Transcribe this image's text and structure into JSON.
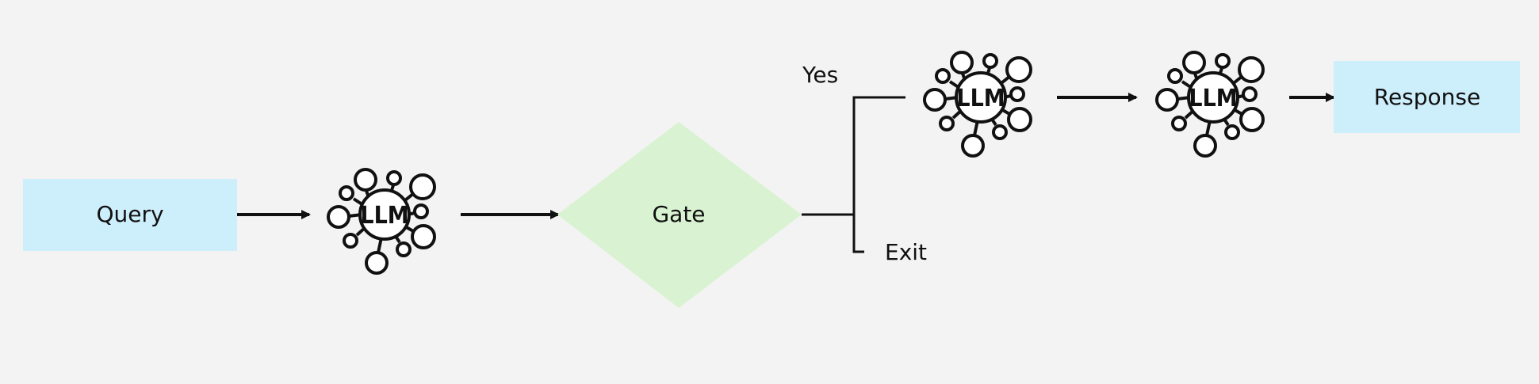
{
  "diagram": {
    "query_label": "Query",
    "gate_label": "Gate",
    "response_label": "Response",
    "yes_label": "Yes",
    "exit_label": "Exit",
    "llm_label": "LLM"
  },
  "colors": {
    "background": "#f3f3f3",
    "box_fill": "#cdeefb",
    "gate_fill": "#d9f3d2",
    "stroke": "#111111"
  },
  "icons": {
    "llm": "llm-network-icon"
  }
}
